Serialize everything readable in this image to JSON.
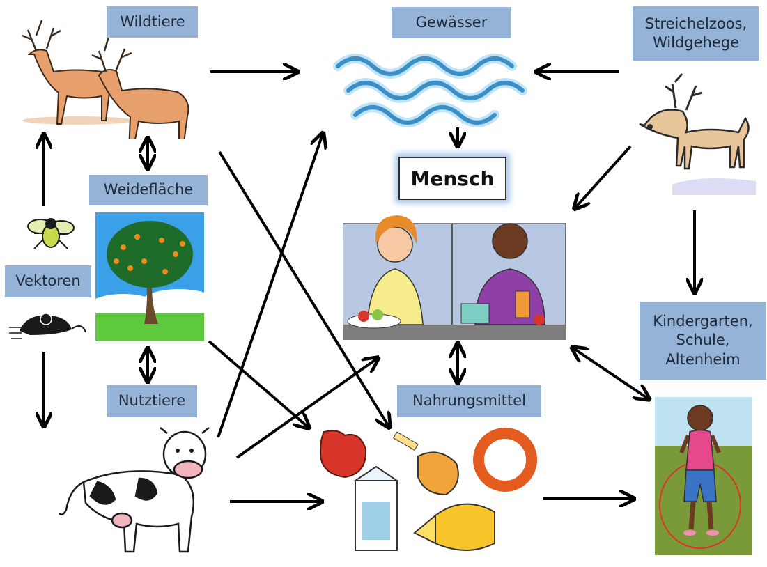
{
  "labels": {
    "wildtiere": "Wildtiere",
    "gewaesser": "Gewässer",
    "streichelzoos": "Streichelzoos,\nWildgehege",
    "weideflaeche": "Weidefläche",
    "vektoren": "Vektoren",
    "mensch": "Mensch",
    "nutztiere": "Nutztiere",
    "nahrungsmittel": "Nahrungsmittel",
    "kindergarten": "Kindergarten,\nSchule,\nAltenheim"
  },
  "icons": {
    "wildtiere": "deer-icon",
    "gewaesser": "water-waves-icon",
    "streichelzoos": "reindeer-icon",
    "weideflaeche": "tree-icon",
    "vektoren_fly": "fly-icon",
    "vektoren_mouse": "mouse-icon",
    "mensch": "people-eating-icon",
    "nutztiere": "cow-icon",
    "nahrungsmittel": "food-icon",
    "kindergarten": "girl-jumping-rope-icon"
  },
  "colors": {
    "label_bg": "#95b3d7",
    "arrow": "#000000",
    "glow": "#a9c8ec"
  }
}
